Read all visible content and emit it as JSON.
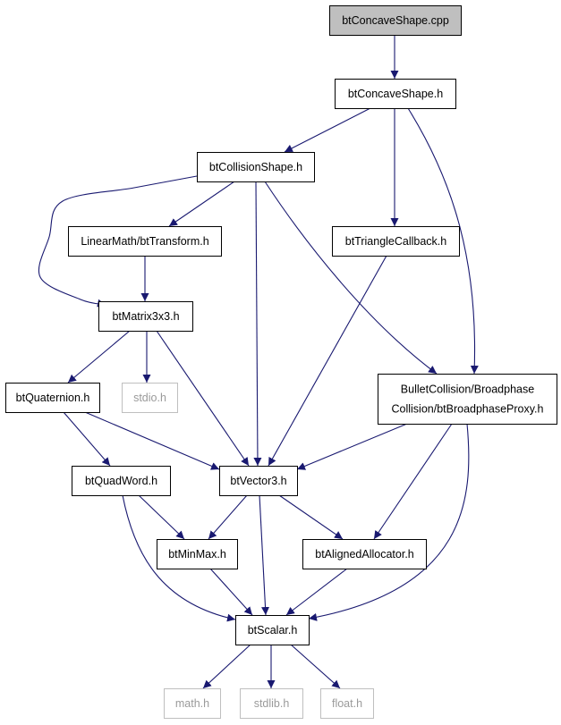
{
  "colors": {
    "edge": "#191970",
    "node_border": "#000000",
    "node_fill": "#ffffff",
    "root_fill": "#bfbfbf",
    "external_border": "#bfbfbf",
    "external_text": "#9a9a9a"
  },
  "nodes": [
    {
      "id": "btConcaveShape_cpp",
      "label": "btConcaveShape.cpp",
      "kind": "root"
    },
    {
      "id": "btConcaveShape_h",
      "label": "btConcaveShape.h",
      "kind": "normal"
    },
    {
      "id": "btCollisionShape_h",
      "label": "btCollisionShape.h",
      "kind": "normal"
    },
    {
      "id": "btTransform_h",
      "label": "LinearMath/btTransform.h",
      "kind": "normal"
    },
    {
      "id": "btTriangleCallback_h",
      "label": "btTriangleCallback.h",
      "kind": "normal"
    },
    {
      "id": "btMatrix3x3_h",
      "label": "btMatrix3x3.h",
      "kind": "normal"
    },
    {
      "id": "btQuaternion_h",
      "label": "btQuaternion.h",
      "kind": "normal"
    },
    {
      "id": "stdio_h",
      "label": "stdio.h",
      "kind": "external"
    },
    {
      "id": "btBroadphaseProxy_h",
      "label": [
        "BulletCollision/Broadphase",
        "Collision/btBroadphaseProxy.h"
      ],
      "kind": "normal"
    },
    {
      "id": "btQuadWord_h",
      "label": "btQuadWord.h",
      "kind": "normal"
    },
    {
      "id": "btVector3_h",
      "label": "btVector3.h",
      "kind": "normal"
    },
    {
      "id": "btMinMax_h",
      "label": "btMinMax.h",
      "kind": "normal"
    },
    {
      "id": "btAlignedAllocator_h",
      "label": "btAlignedAllocator.h",
      "kind": "normal"
    },
    {
      "id": "btScalar_h",
      "label": "btScalar.h",
      "kind": "normal"
    },
    {
      "id": "math_h",
      "label": "math.h",
      "kind": "external"
    },
    {
      "id": "stdlib_h",
      "label": "stdlib.h",
      "kind": "external"
    },
    {
      "id": "float_h",
      "label": "float.h",
      "kind": "external"
    }
  ],
  "edges": [
    {
      "from": "btConcaveShape_cpp",
      "to": "btConcaveShape_h"
    },
    {
      "from": "btConcaveShape_h",
      "to": "btCollisionShape_h"
    },
    {
      "from": "btConcaveShape_h",
      "to": "btTriangleCallback_h"
    },
    {
      "from": "btConcaveShape_h",
      "to": "btBroadphaseProxy_h"
    },
    {
      "from": "btCollisionShape_h",
      "to": "btTransform_h"
    },
    {
      "from": "btCollisionShape_h",
      "to": "btMatrix3x3_h"
    },
    {
      "from": "btCollisionShape_h",
      "to": "btVector3_h"
    },
    {
      "from": "btCollisionShape_h",
      "to": "btBroadphaseProxy_h"
    },
    {
      "from": "btTransform_h",
      "to": "btMatrix3x3_h"
    },
    {
      "from": "btTriangleCallback_h",
      "to": "btVector3_h"
    },
    {
      "from": "btMatrix3x3_h",
      "to": "btQuaternion_h"
    },
    {
      "from": "btMatrix3x3_h",
      "to": "stdio_h"
    },
    {
      "from": "btMatrix3x3_h",
      "to": "btVector3_h"
    },
    {
      "from": "btQuaternion_h",
      "to": "btQuadWord_h"
    },
    {
      "from": "btQuaternion_h",
      "to": "btVector3_h"
    },
    {
      "from": "btBroadphaseProxy_h",
      "to": "btVector3_h"
    },
    {
      "from": "btBroadphaseProxy_h",
      "to": "btAlignedAllocator_h"
    },
    {
      "from": "btBroadphaseProxy_h",
      "to": "btScalar_h"
    },
    {
      "from": "btQuadWord_h",
      "to": "btMinMax_h"
    },
    {
      "from": "btQuadWord_h",
      "to": "btScalar_h"
    },
    {
      "from": "btVector3_h",
      "to": "btMinMax_h"
    },
    {
      "from": "btVector3_h",
      "to": "btScalar_h"
    },
    {
      "from": "btVector3_h",
      "to": "btAlignedAllocator_h"
    },
    {
      "from": "btMinMax_h",
      "to": "btScalar_h"
    },
    {
      "from": "btAlignedAllocator_h",
      "to": "btScalar_h"
    },
    {
      "from": "btScalar_h",
      "to": "math_h"
    },
    {
      "from": "btScalar_h",
      "to": "stdlib_h"
    },
    {
      "from": "btScalar_h",
      "to": "float_h"
    }
  ]
}
